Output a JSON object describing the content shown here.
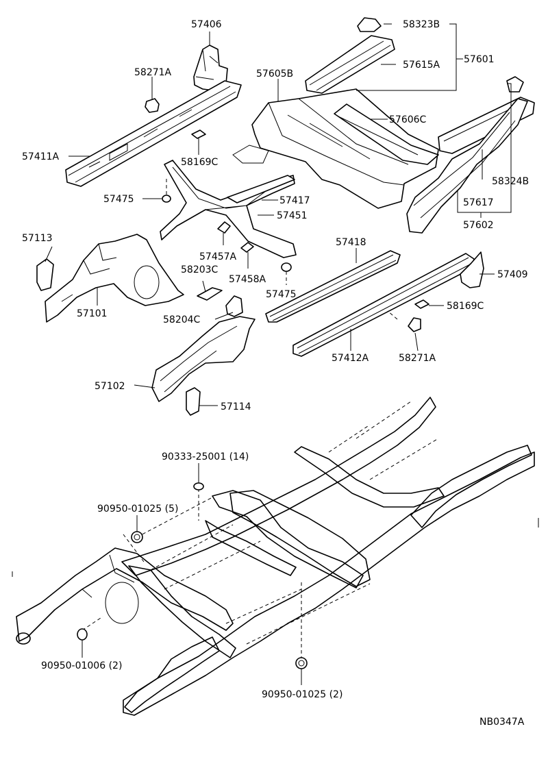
{
  "diagram_code": "NB0347A",
  "labels": {
    "p57406": "57406",
    "p58271A_top": "58271A",
    "p57411A": "57411A",
    "p58169C_top": "58169C",
    "p57475_left": "57475",
    "p58323B": "58323B",
    "p57615A": "57615A",
    "p57601": "57601",
    "p57605B": "57605B",
    "p57606C": "57606C",
    "p58324B": "58324B",
    "p57617": "57617",
    "p57602": "57602",
    "p57417": "57417",
    "p57451": "57451",
    "p57113": "57113",
    "p57457A": "57457A",
    "p57458A": "57458A",
    "p58203C": "58203C",
    "p57101": "57101",
    "p58204C": "58204C",
    "p57475_mid": "57475",
    "p57418": "57418",
    "p57409": "57409",
    "p58169C_right": "58169C",
    "p57412A": "57412A",
    "p58271A_bottom": "58271A",
    "p57102": "57102",
    "p57114": "57114",
    "b90333": "90333-25001 (14)",
    "b90950_5": "90950-01025 (5)",
    "b90950_01006": "90950-01006 (2)",
    "b90950_2": "90950-01025 (2)"
  }
}
